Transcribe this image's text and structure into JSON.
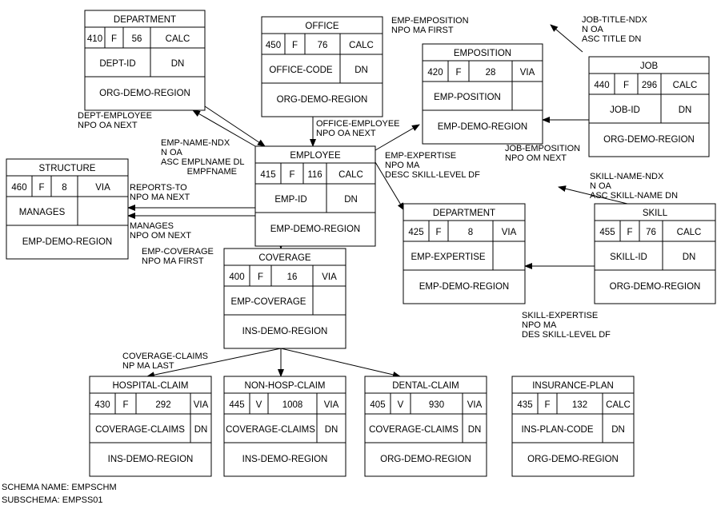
{
  "records": [
    {
      "id": "department1",
      "name": "DEPARTMENT",
      "num": "410",
      "type": "F",
      "len": "56",
      "loc": "CALC",
      "key": "DEPT-ID",
      "dup": "DN",
      "area": "ORG-DEMO-REGION"
    },
    {
      "id": "office",
      "name": "OFFICE",
      "num": "450",
      "type": "F",
      "len": "76",
      "loc": "CALC",
      "key": "OFFICE-CODE",
      "dup": "DN",
      "area": "ORG-DEMO-REGION"
    },
    {
      "id": "emposition",
      "name": "EMPOSITION",
      "num": "420",
      "type": "F",
      "len": "28",
      "loc": "VIA",
      "key": "EMP-POSITION",
      "dup": "",
      "area": "EMP-DEMO-REGION"
    },
    {
      "id": "job",
      "name": "JOB",
      "num": "440",
      "type": "F",
      "len": "296",
      "loc": "CALC",
      "key": "JOB-ID",
      "dup": "DN",
      "area": "ORG-DEMO-REGION"
    },
    {
      "id": "structure",
      "name": "STRUCTURE",
      "num": "460",
      "type": "F",
      "len": "8",
      "loc": "VIA",
      "key": "MANAGES",
      "dup": "",
      "area": "EMP-DEMO-REGION"
    },
    {
      "id": "employee",
      "name": "EMPLOYEE",
      "num": "415",
      "type": "F",
      "len": "116",
      "loc": "CALC",
      "key": "EMP-ID",
      "dup": "DN",
      "area": "EMP-DEMO-REGION"
    },
    {
      "id": "department2",
      "name": "DEPARTMENT",
      "num": "425",
      "type": "F",
      "len": "8",
      "loc": "VIA",
      "key": "EMP-EXPERTISE",
      "dup": "",
      "area": "EMP-DEMO-REGION"
    },
    {
      "id": "skill",
      "name": "SKILL",
      "num": "455",
      "type": "F",
      "len": "76",
      "loc": "CALC",
      "key": "SKILL-ID",
      "dup": "DN",
      "area": "ORG-DEMO-REGION"
    },
    {
      "id": "coverage",
      "name": "COVERAGE",
      "num": "400",
      "type": "F",
      "len": "16",
      "loc": "VIA",
      "key": "EMP-COVERAGE",
      "dup": "",
      "area": "INS-DEMO-REGION"
    },
    {
      "id": "hospital",
      "name": "HOSPITAL-CLAIM",
      "num": "430",
      "type": "F",
      "len": "292",
      "loc": "VIA",
      "key": "COVERAGE-CLAIMS",
      "dup": "DN",
      "area": "INS-DEMO-REGION"
    },
    {
      "id": "nonhosp",
      "name": "NON-HOSP-CLAIM",
      "num": "445",
      "type": "V",
      "len": "1008",
      "loc": "VIA",
      "key": "COVERAGE-CLAIMS",
      "dup": "DN",
      "area": "INS-DEMO-REGION"
    },
    {
      "id": "dental",
      "name": "DENTAL-CLAIM",
      "num": "405",
      "type": "V",
      "len": "930",
      "loc": "VIA",
      "key": "COVERAGE-CLAIMS",
      "dup": "DN",
      "area": "ORG-DEMO-REGION"
    },
    {
      "id": "insplan",
      "name": "INSURANCE-PLAN",
      "num": "435",
      "type": "F",
      "len": "132",
      "loc": "CALC",
      "key": "INS-PLAN-CODE",
      "dup": "DN",
      "area": "ORG-DEMO-REGION"
    }
  ],
  "labels": [
    {
      "id": "emp-emposition",
      "lines": [
        "EMP-EMPOSITION",
        "NPO  MA  FIRST"
      ]
    },
    {
      "id": "job-title-ndx",
      "lines": [
        "JOB-TITLE-NDX",
        "N  OA",
        "ASC  TITLE  DN"
      ]
    },
    {
      "id": "dept-employee",
      "lines": [
        "DEPT-EMPLOYEE",
        "NPO   OA  NEXT"
      ]
    },
    {
      "id": "office-employee",
      "lines": [
        "OFFICE-EMPLOYEE",
        "NPO   OA  NEXT"
      ]
    },
    {
      "id": "emp-name-ndx",
      "lines": [
        "EMP-NAME-NDX",
        "N OA",
        "ASC EMPLNAME DL",
        "EMPFNAME"
      ]
    },
    {
      "id": "job-emposition",
      "lines": [
        "JOB-EMPOSITION",
        "NPO  OM  NEXT"
      ]
    },
    {
      "id": "emp-expertise",
      "lines": [
        "EMP-EXPERTISE",
        "NPO  MA",
        "DESC SKILL-LEVEL DF"
      ]
    },
    {
      "id": "skill-name-ndx",
      "lines": [
        "SKILL-NAME-NDX",
        "N  OA",
        "ASC  SKILL-NAME  DN"
      ]
    },
    {
      "id": "reports-to",
      "lines": [
        "REPORTS-TO",
        "NPO   MA  NEXT"
      ]
    },
    {
      "id": "manages",
      "lines": [
        "MANAGES",
        "NPO   OM  NEXT"
      ]
    },
    {
      "id": "emp-coverage",
      "lines": [
        "EMP-COVERAGE",
        "NPO   MA  FIRST"
      ]
    },
    {
      "id": "skill-expertise",
      "lines": [
        "SKILL-EXPERTISE",
        "NPO  MA",
        "DES  SKILL-LEVEL  DF"
      ]
    },
    {
      "id": "coverage-claims",
      "lines": [
        "COVERAGE-CLAIMS",
        "NP  MA  LAST"
      ]
    }
  ],
  "footer": {
    "schema": "SCHEMA NAME: EMPSCHM",
    "subschema": "SUBSCHEMA: EMPSS01"
  }
}
